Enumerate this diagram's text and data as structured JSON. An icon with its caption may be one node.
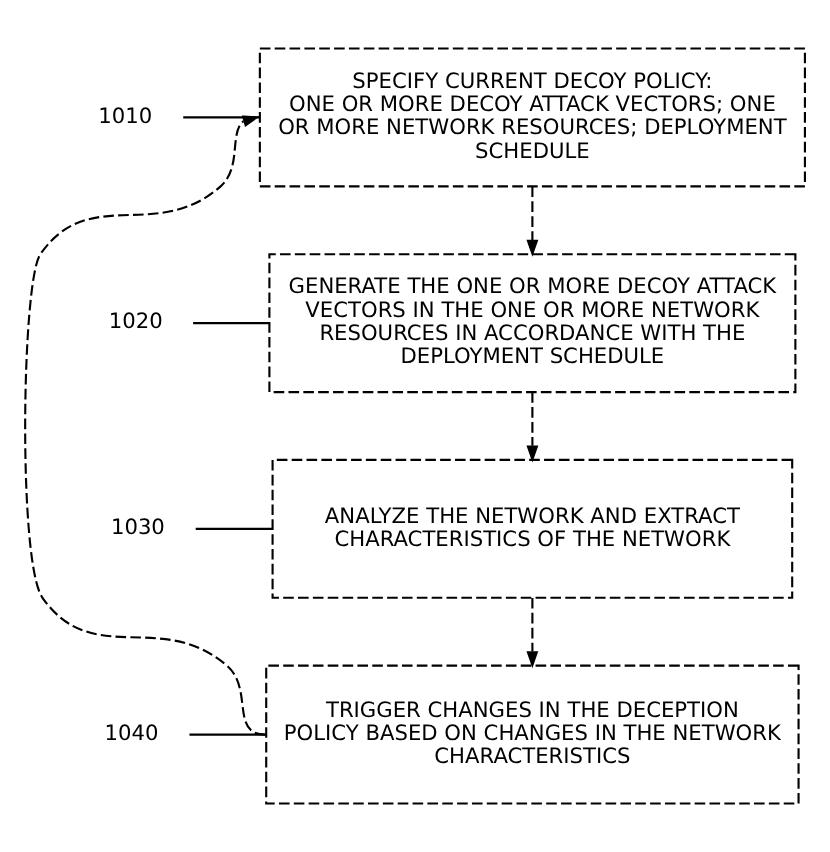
{
  "diagram": {
    "nodes": [
      {
        "text": [
          "SPECIFY CURRENT DECOY POLICY:",
          "ONE OR MORE DECOY ATTACK VECTORS; ONE OR MORE NETWORK RESOURCES; DEPLOYMENT SCHEDULE"
        ]
      },
      {
        "text": [
          "GENERATE THE ONE OR MORE DECOY ATTACK VECTORS IN THE ONE OR MORE NETWORK RESOURCES IN ACCORDANCE WITH THE DEPLOYMENT SCHEDULE"
        ]
      },
      {
        "text": [
          "ANALYZE THE NETWORK AND EXTRACT CHARACTERISTICS OF THE NETWORK"
        ]
      },
      {
        "text": [
          "TRIGGER CHANGES IN THE DECEPTION POLICY BASED ON CHANGES IN THE NETWORK CHARACTERISTICS"
        ]
      },
      {
        "text": [
          "1010"
        ]
      },
      {
        "text": [
          "1020"
        ]
      },
      {
        "text": [
          "1030"
        ]
      },
      {
        "text": [
          "1040"
        ]
      }
    ],
    "edges": [
      {
        "from": 0,
        "to": 1,
        "arrow": "to",
        "style": "dashed"
      },
      {
        "from": 1,
        "to": 2,
        "arrow": "to",
        "style": "dashed"
      },
      {
        "from": 2,
        "to": 3,
        "arrow": "to",
        "style": "dashed"
      },
      {
        "from": 3,
        "to": 0,
        "arrow": "to",
        "style": "dashed"
      },
      {
        "from": 4,
        "to": 0,
        "arrow": "none"
      },
      {
        "from": 5,
        "to": 1,
        "arrow": "none"
      },
      {
        "from": 6,
        "to": 2,
        "arrow": "none"
      },
      {
        "from": 7,
        "to": 3,
        "arrow": "none"
      }
    ]
  }
}
